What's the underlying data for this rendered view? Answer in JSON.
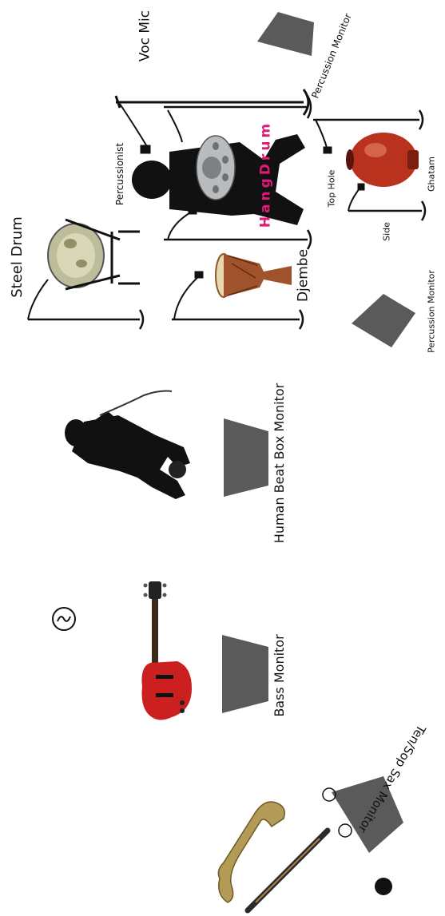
{
  "labels": {
    "voc_mic": "Voc Mic",
    "percussion_monitor_top": "Percussion Monitor",
    "percussionist": "Percussionist",
    "hang_drum": "HangDrum",
    "top_hole": "Top Hole",
    "ghatam": "Ghatam",
    "side": "Side",
    "steel_drum": "Steel Drum",
    "djembe": "Djembe",
    "percussion_monitor_bottom": "Percussion Monitor",
    "human_beat_box_monitor": "Human Beat Box Monitor",
    "bass_monitor": "Bass Monitor",
    "ten_sop_sax_monitor": "Ten/Sop Sax Monitor"
  },
  "colors": {
    "monitor": "#5a5a5a",
    "silhouette": "#111111",
    "brand": "#e0187a",
    "guitar_body": "#cc1f1f",
    "ghatam": "#b8321e",
    "djembe_shell": "#a0522d"
  },
  "icons": [
    "stage-layout",
    "microphone-stand",
    "monitor-wedge",
    "power-outlet"
  ]
}
